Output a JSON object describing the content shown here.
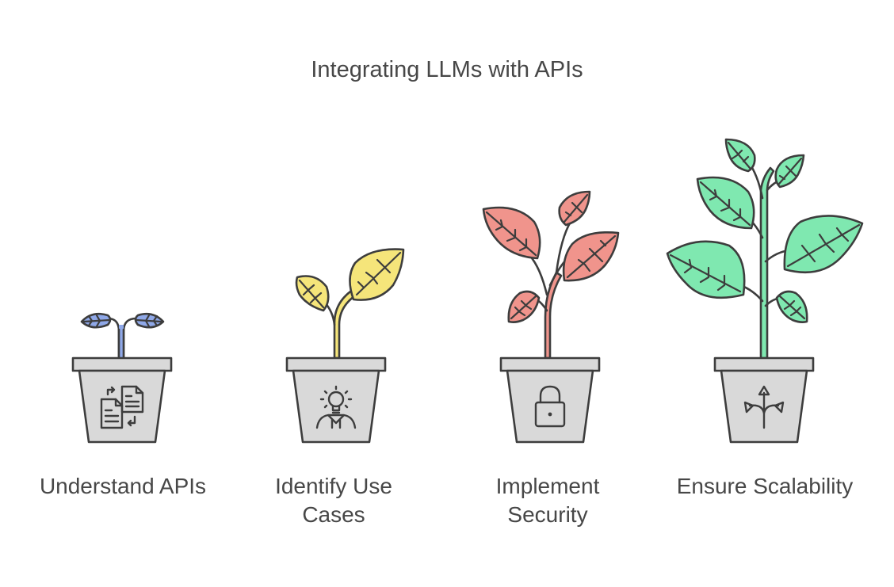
{
  "title": "Integrating LLMs with APIs",
  "steps": [
    {
      "line1": "Understand APIs",
      "line2": "",
      "icon": "document-swap-icon",
      "leaf_color": "#8fa8e8"
    },
    {
      "line1": "Identify Use",
      "line2": "Cases",
      "icon": "lightbulb-person-icon",
      "leaf_color": "#f5e57a"
    },
    {
      "line1": "Implement",
      "line2": "Security",
      "icon": "padlock-icon",
      "leaf_color": "#f0948c"
    },
    {
      "line1": "Ensure Scalability",
      "line2": "",
      "icon": "arrows-diverge-icon",
      "leaf_color": "#7fe8b0"
    }
  ],
  "colors": {
    "outline": "#3d3d3d",
    "pot": "#d9d9d9"
  }
}
